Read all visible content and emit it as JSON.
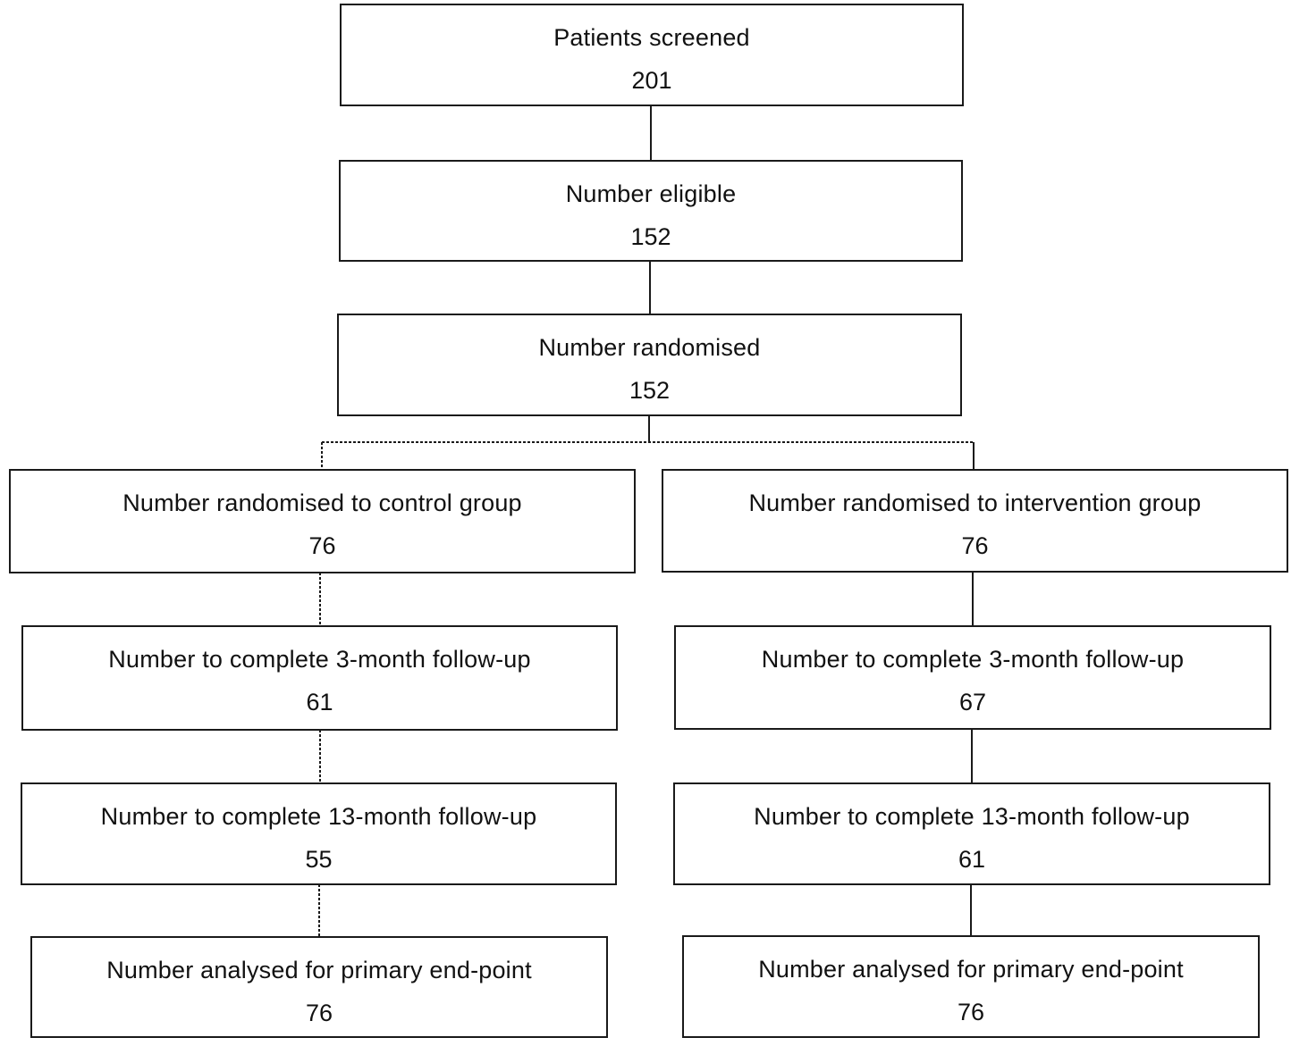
{
  "flowchart": {
    "screened": {
      "label": "Patients screened",
      "count": "201"
    },
    "eligible": {
      "label": "Number eligible",
      "count": "152"
    },
    "randomised": {
      "label": "Number randomised",
      "count": "152"
    },
    "control": {
      "randomised": {
        "label": "Number randomised to control group",
        "count": "76"
      },
      "followup3": {
        "label": "Number to complete 3-month follow-up",
        "count": "61"
      },
      "followup13": {
        "label": "Number to complete 13-month follow-up",
        "count": "55"
      },
      "analysed": {
        "label": "Number analysed for primary end-point",
        "count": "76"
      }
    },
    "intervention": {
      "randomised": {
        "label": "Number randomised to intervention group",
        "count": "76"
      },
      "followup3": {
        "label": "Number to complete 3-month follow-up",
        "count": "67"
      },
      "followup13": {
        "label": "Number to complete 13-month follow-up",
        "count": "61"
      },
      "analysed": {
        "label": "Number analysed for primary end-point",
        "count": "76"
      }
    }
  }
}
